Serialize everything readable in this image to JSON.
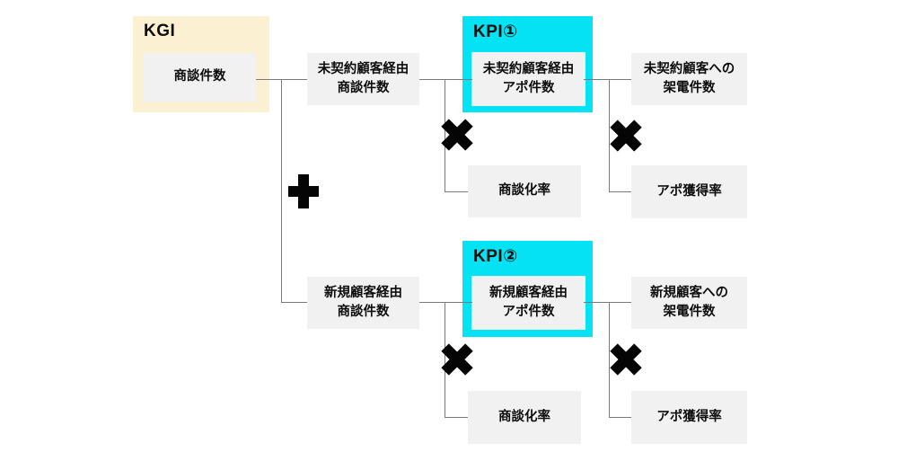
{
  "diagram_type": "kgi-kpi-tree",
  "nodes": {
    "kgi": {
      "badge": "KGI",
      "lines": [
        "商談件数"
      ]
    },
    "meetings_via_uncontracted": {
      "lines": [
        "未契約顧客経由",
        "商談件数"
      ]
    },
    "kpi1": {
      "badge": "KPI①",
      "lines": [
        "未契約顧客経由",
        "アポ件数"
      ]
    },
    "calls_to_uncontracted": {
      "lines": [
        "未契約顧客への",
        "架電件数"
      ]
    },
    "meeting_conversion_rate_top": {
      "lines": [
        "商談化率"
      ]
    },
    "appointment_rate_top": {
      "lines": [
        "アポ獲得率"
      ]
    },
    "meetings_via_new": {
      "lines": [
        "新規顧客経由",
        "商談件数"
      ]
    },
    "kpi2": {
      "badge": "KPI②",
      "lines": [
        "新規顧客経由",
        "アポ件数"
      ]
    },
    "calls_to_new": {
      "lines": [
        "新規顧客への",
        "架電件数"
      ]
    },
    "meeting_conversion_rate_bottom": {
      "lines": [
        "商談化率"
      ]
    },
    "appointment_rate_bottom": {
      "lines": [
        "アポ獲得率"
      ]
    }
  },
  "operators": {
    "sum": "＋",
    "product": "✕"
  },
  "colors": {
    "kgi_background": "#FBF1D2",
    "kpi_background": "#04E3F3",
    "node_background": "#F1F1F2",
    "connector": "#7A7A7A",
    "symbol": "#050505",
    "text": "#0D0D0D"
  }
}
